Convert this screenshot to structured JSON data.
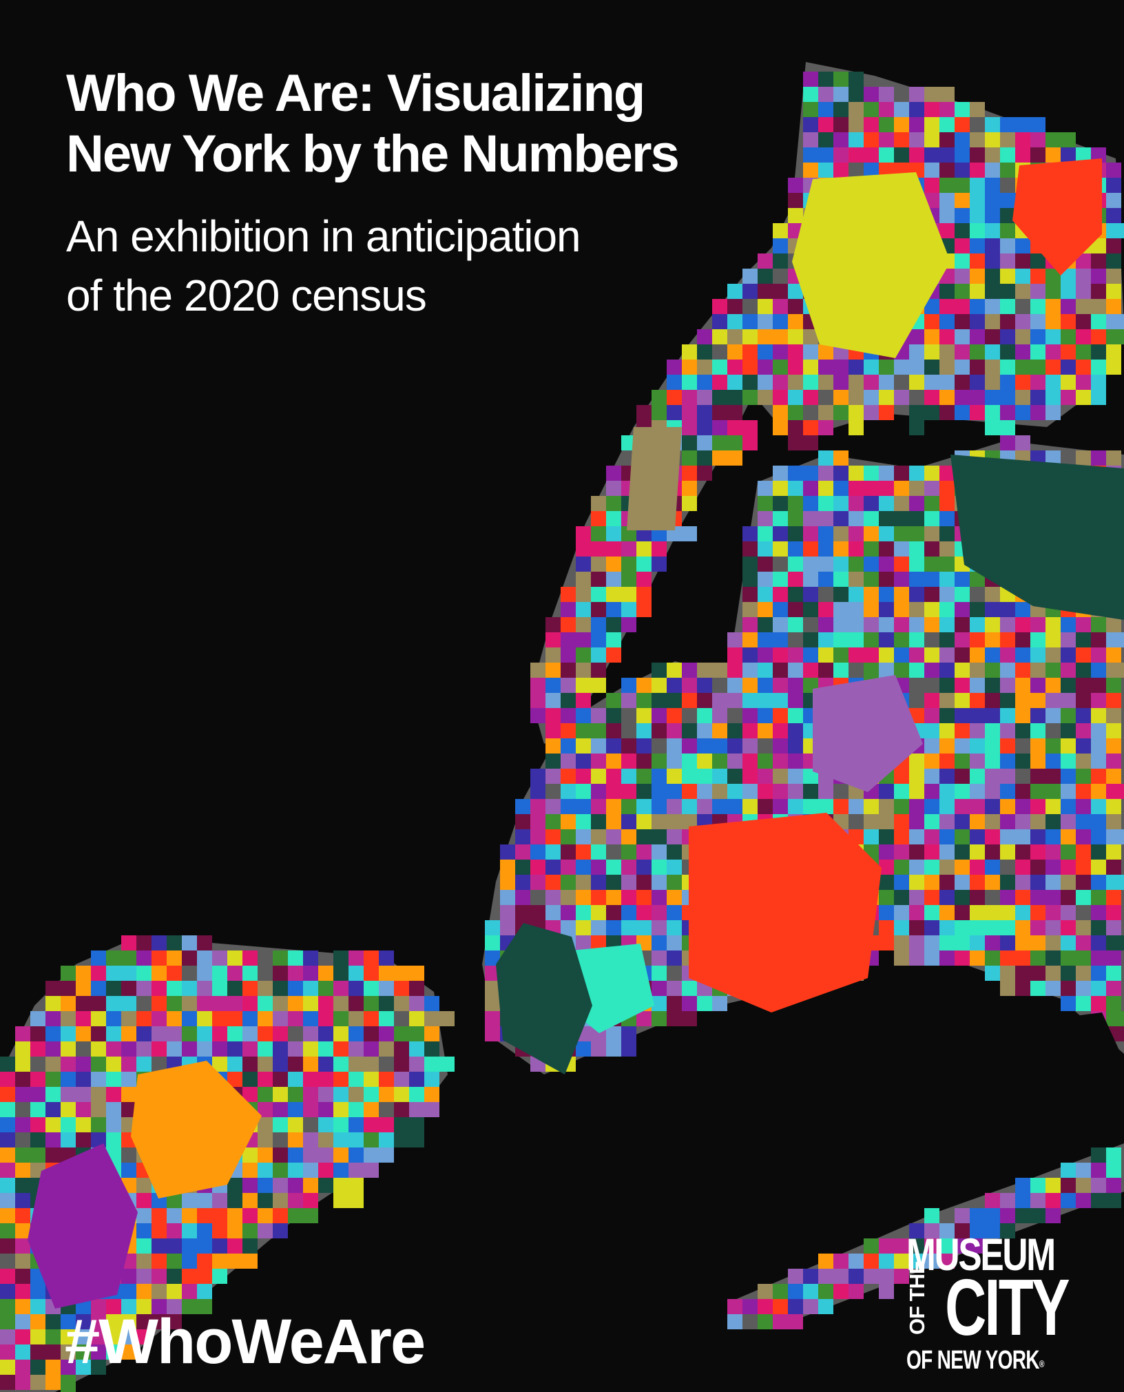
{
  "poster": {
    "title_line1": "Who We Are: Visualizing",
    "title_line2": "New York by the Numbers",
    "subtitle_line1": "An exhibition in anticipation",
    "subtitle_line2": "of the 2020 census",
    "hashtag": "#WhoWeAre"
  },
  "logo": {
    "line1": "MUSEUM",
    "line2_vertical": "OF THE",
    "line2": "CITY",
    "line3": "OF NEW YORK",
    "reg_mark": "®"
  },
  "colors": {
    "background": "#0a0a0a",
    "water": "#0a0a0a",
    "land": "#141414",
    "parks": "#5c5c5c",
    "palette": [
      "#d9dc1e",
      "#e0176f",
      "#ff3a1a",
      "#ff9a0a",
      "#8e1fa3",
      "#164b40",
      "#1e6ad6",
      "#2fe8c0",
      "#9a5fb4",
      "#6fa3d9",
      "#3d8f2f",
      "#6f1040",
      "#3a2fa6",
      "#33c9d9",
      "#9b8a5a",
      "#c0268f"
    ]
  }
}
